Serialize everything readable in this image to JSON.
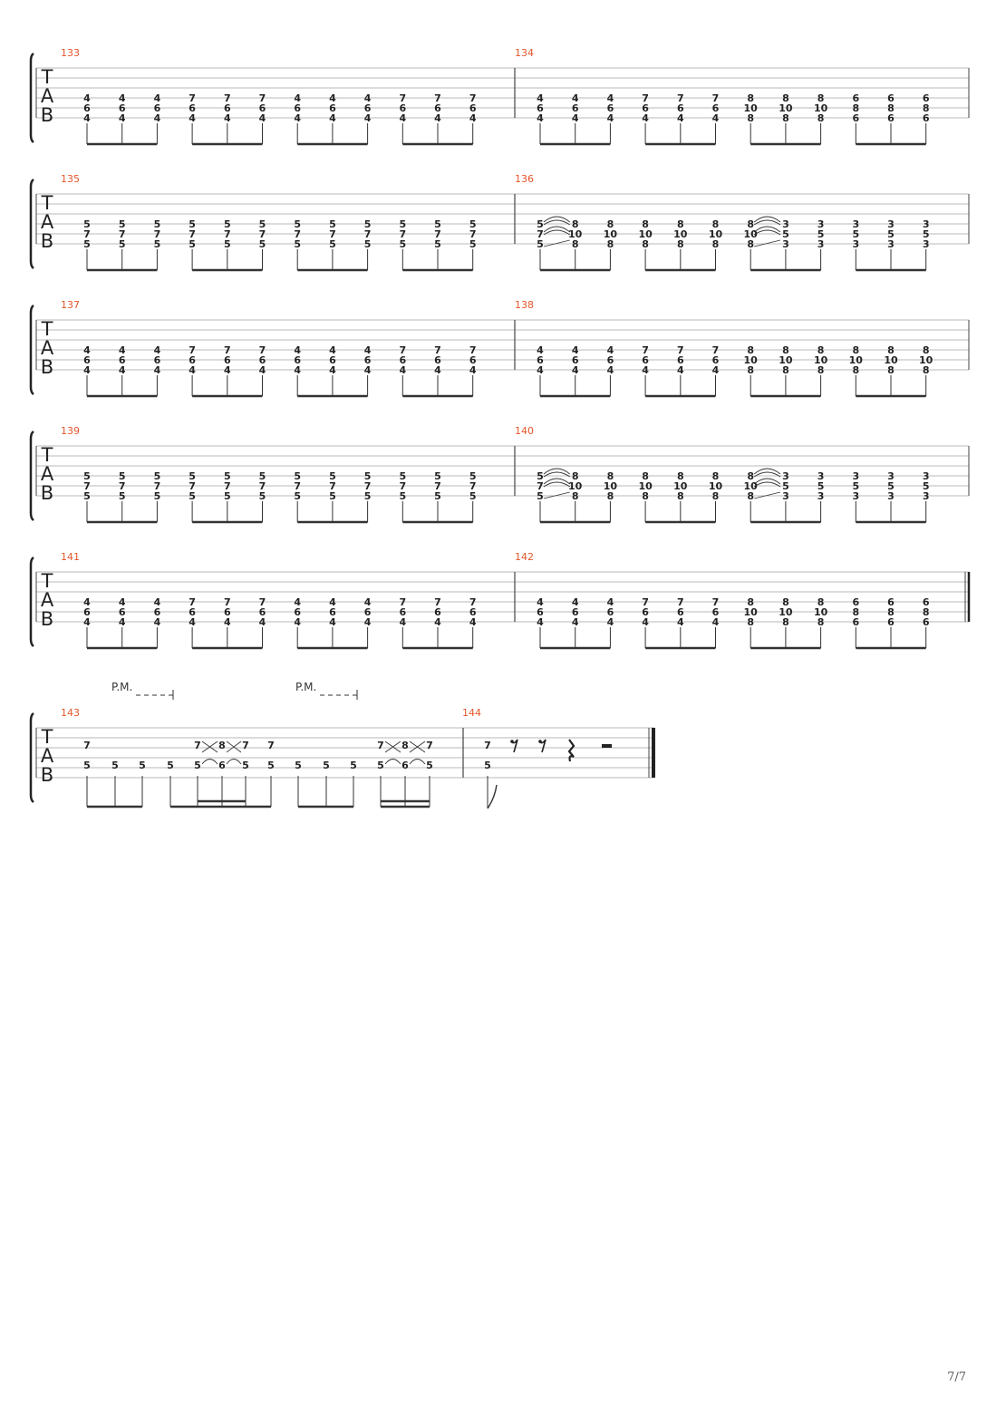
{
  "page": {
    "page_number": "7/7"
  },
  "tab": {
    "clef": [
      "T",
      "A",
      "B"
    ],
    "palm_mute": "P.M."
  },
  "systems": [
    {
      "measures": [
        {
          "number": "133",
          "chords": [
            [
              4,
              6,
              4
            ],
            [
              4,
              6,
              4
            ],
            [
              4,
              6,
              4
            ],
            [
              7,
              6,
              4
            ],
            [
              7,
              6,
              4
            ],
            [
              7,
              6,
              4
            ],
            [
              4,
              6,
              4
            ],
            [
              4,
              6,
              4
            ],
            [
              4,
              6,
              4
            ],
            [
              7,
              6,
              4
            ],
            [
              7,
              6,
              4
            ],
            [
              7,
              6,
              4
            ]
          ]
        },
        {
          "number": "134",
          "chords": [
            [
              4,
              6,
              4
            ],
            [
              4,
              6,
              4
            ],
            [
              4,
              6,
              4
            ],
            [
              7,
              6,
              4
            ],
            [
              7,
              6,
              4
            ],
            [
              7,
              6,
              4
            ],
            [
              8,
              10,
              8
            ],
            [
              8,
              10,
              8
            ],
            [
              8,
              10,
              8
            ],
            [
              6,
              8,
              6
            ],
            [
              6,
              8,
              6
            ],
            [
              6,
              8,
              6
            ]
          ]
        }
      ]
    },
    {
      "measures": [
        {
          "number": "135",
          "chords": [
            [
              5,
              7,
              5
            ],
            [
              5,
              7,
              5
            ],
            [
              5,
              7,
              5
            ],
            [
              5,
              7,
              5
            ],
            [
              5,
              7,
              5
            ],
            [
              5,
              7,
              5
            ],
            [
              5,
              7,
              5
            ],
            [
              5,
              7,
              5
            ],
            [
              5,
              7,
              5
            ],
            [
              5,
              7,
              5
            ],
            [
              5,
              7,
              5
            ],
            [
              5,
              7,
              5
            ]
          ]
        },
        {
          "number": "136",
          "slides": [
            [
              0,
              1
            ],
            [
              6,
              7
            ]
          ],
          "chords": [
            [
              5,
              7,
              5
            ],
            [
              8,
              10,
              8
            ],
            [
              8,
              10,
              8
            ],
            [
              8,
              10,
              8
            ],
            [
              8,
              10,
              8
            ],
            [
              8,
              10,
              8
            ],
            [
              8,
              10,
              8
            ],
            [
              3,
              5,
              3
            ],
            [
              3,
              5,
              3
            ],
            [
              3,
              5,
              3
            ],
            [
              3,
              5,
              3
            ],
            [
              3,
              5,
              3
            ]
          ]
        }
      ]
    },
    {
      "measures": [
        {
          "number": "137",
          "chords": [
            [
              4,
              6,
              4
            ],
            [
              4,
              6,
              4
            ],
            [
              4,
              6,
              4
            ],
            [
              7,
              6,
              4
            ],
            [
              7,
              6,
              4
            ],
            [
              7,
              6,
              4
            ],
            [
              4,
              6,
              4
            ],
            [
              4,
              6,
              4
            ],
            [
              4,
              6,
              4
            ],
            [
              7,
              6,
              4
            ],
            [
              7,
              6,
              4
            ],
            [
              7,
              6,
              4
            ]
          ]
        },
        {
          "number": "138",
          "chords": [
            [
              4,
              6,
              4
            ],
            [
              4,
              6,
              4
            ],
            [
              4,
              6,
              4
            ],
            [
              7,
              6,
              4
            ],
            [
              7,
              6,
              4
            ],
            [
              7,
              6,
              4
            ],
            [
              8,
              10,
              8
            ],
            [
              8,
              10,
              8
            ],
            [
              8,
              10,
              8
            ],
            [
              8,
              10,
              8
            ],
            [
              8,
              10,
              8
            ],
            [
              8,
              10,
              8
            ]
          ]
        }
      ]
    },
    {
      "measures": [
        {
          "number": "139",
          "chords": [
            [
              5,
              7,
              5
            ],
            [
              5,
              7,
              5
            ],
            [
              5,
              7,
              5
            ],
            [
              5,
              7,
              5
            ],
            [
              5,
              7,
              5
            ],
            [
              5,
              7,
              5
            ],
            [
              5,
              7,
              5
            ],
            [
              5,
              7,
              5
            ],
            [
              5,
              7,
              5
            ],
            [
              5,
              7,
              5
            ],
            [
              5,
              7,
              5
            ],
            [
              5,
              7,
              5
            ]
          ]
        },
        {
          "number": "140",
          "slides": [
            [
              0,
              1
            ],
            [
              6,
              7
            ]
          ],
          "chords": [
            [
              5,
              7,
              5
            ],
            [
              8,
              10,
              8
            ],
            [
              8,
              10,
              8
            ],
            [
              8,
              10,
              8
            ],
            [
              8,
              10,
              8
            ],
            [
              8,
              10,
              8
            ],
            [
              8,
              10,
              8
            ],
            [
              3,
              5,
              3
            ],
            [
              3,
              5,
              3
            ],
            [
              3,
              5,
              3
            ],
            [
              3,
              5,
              3
            ],
            [
              3,
              5,
              3
            ]
          ]
        }
      ]
    },
    {
      "measures": [
        {
          "number": "141",
          "chords": [
            [
              4,
              6,
              4
            ],
            [
              4,
              6,
              4
            ],
            [
              4,
              6,
              4
            ],
            [
              7,
              6,
              4
            ],
            [
              7,
              6,
              4
            ],
            [
              7,
              6,
              4
            ],
            [
              4,
              6,
              4
            ],
            [
              4,
              6,
              4
            ],
            [
              4,
              6,
              4
            ],
            [
              7,
              6,
              4
            ],
            [
              7,
              6,
              4
            ],
            [
              7,
              6,
              4
            ]
          ]
        },
        {
          "number": "142",
          "chords": [
            [
              4,
              6,
              4
            ],
            [
              4,
              6,
              4
            ],
            [
              4,
              6,
              4
            ],
            [
              7,
              6,
              4
            ],
            [
              7,
              6,
              4
            ],
            [
              7,
              6,
              4
            ],
            [
              8,
              10,
              8
            ],
            [
              8,
              10,
              8
            ],
            [
              8,
              10,
              8
            ],
            [
              6,
              8,
              6
            ],
            [
              6,
              8,
              6
            ],
            [
              6,
              8,
              6
            ]
          ]
        }
      ]
    },
    {
      "measures": [
        {
          "number": "143",
          "notes": [
            {
              "s2": "7",
              "s4": "5"
            },
            {
              "s4": "5"
            },
            {
              "s4": "5"
            },
            {
              "s4": "5"
            },
            {
              "s2": "7",
              "s4": "5"
            },
            {
              "s2": "8",
              "s4": "6"
            },
            {
              "s2": "7",
              "s4": "5"
            },
            {
              "s2": "7",
              "s4": "5"
            },
            {
              "s4": "5"
            },
            {
              "s4": "5"
            },
            {
              "s4": "5"
            },
            {
              "s2": "7",
              "s4": "5"
            },
            {
              "s2": "8",
              "s4": "6"
            },
            {
              "s2": "7",
              "s4": "5"
            }
          ]
        },
        {
          "number": "144",
          "notes": [
            {
              "s2": "7",
              "s4": "5"
            }
          ]
        }
      ]
    }
  ]
}
